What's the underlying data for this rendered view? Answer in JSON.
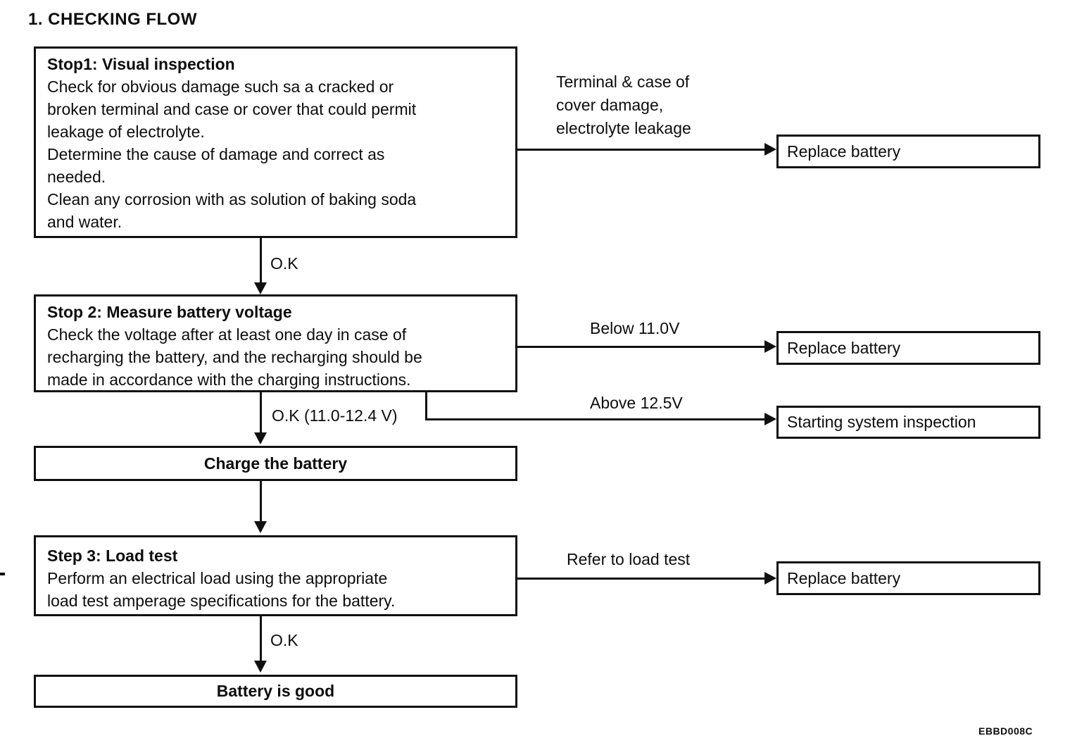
{
  "title": "1. CHECKING FLOW",
  "figure_code": "EBBD008C",
  "boxes": {
    "step1": {
      "heading": "Stop1: Visual inspection",
      "body": "Check for obvious damage such sa a cracked or\nbroken terminal and case or cover that could permit\nleakage of electrolyte.\nDetermine the cause of damage and correct as\nneeded.\nClean any corrosion with as solution of baking soda\nand water."
    },
    "replace_battery_1": "Replace battery",
    "step2": {
      "heading": "Stop 2: Measure battery voltage",
      "body": "Check the voltage after at least one day in case of\nrecharging the battery, and the recharging should be\nmade in accordance with the charging instructions."
    },
    "replace_battery_2": "Replace battery",
    "starting_system": "Starting system inspection",
    "charge_battery": "Charge the battery",
    "step3": {
      "heading": "Step 3: Load test",
      "body": "Perform an electrical load using the appropriate\nload test amperage specifications for the battery."
    },
    "replace_battery_3": "Replace battery",
    "battery_good": "Battery is good"
  },
  "labels": {
    "step1_fail": "Terminal & case of\ncover damage,\nelectrolyte leakage",
    "step1_ok": "O.K",
    "step2_below": "Below 11.0V",
    "step2_above": "Above 12.5V",
    "step2_ok": "O.K (11.0-12.4 V)",
    "step3_fail": "Refer to load test",
    "step3_ok": "O.K"
  },
  "colors": {
    "ink": "#101010",
    "background": "#ffffff"
  }
}
